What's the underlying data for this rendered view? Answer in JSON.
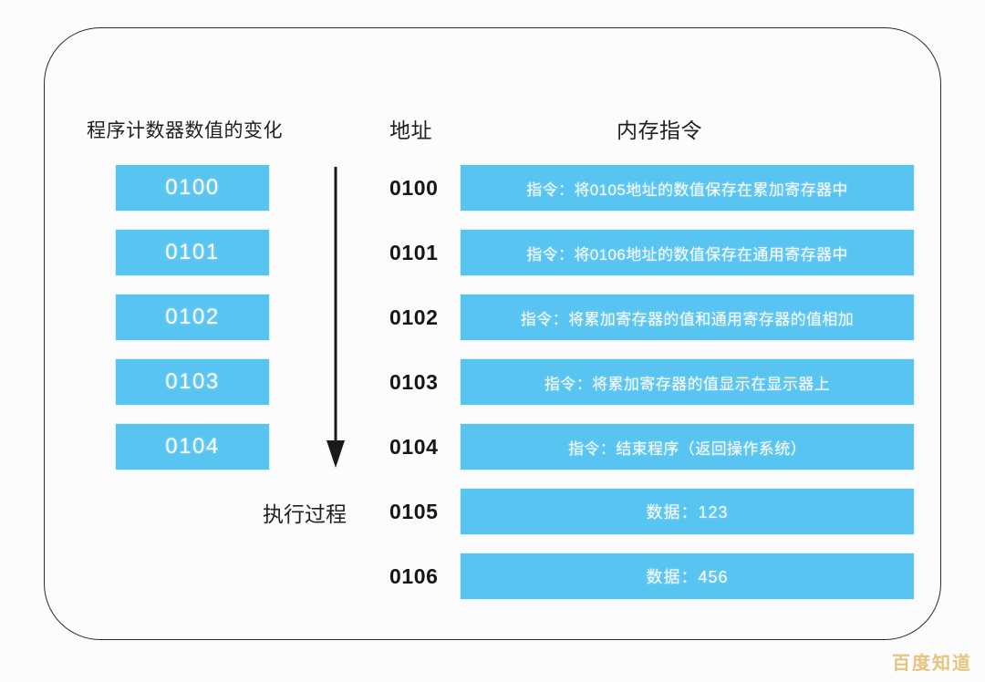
{
  "headers": {
    "program_counter": "程序计数器数值的变化",
    "address": "地址",
    "memory_instruction": "内存指令"
  },
  "execution": {
    "label": "执行过程",
    "arrow_icon": "down-arrow-icon",
    "direction": "down"
  },
  "program_counter_values": [
    {
      "value": "0100"
    },
    {
      "value": "0101"
    },
    {
      "value": "0102"
    },
    {
      "value": "0103"
    },
    {
      "value": "0104"
    }
  ],
  "memory_rows": [
    {
      "address": "0100",
      "content": "指令：将0105地址的数值保存在累加寄存器中",
      "kind": "instruction"
    },
    {
      "address": "0101",
      "content": "指令：将0106地址的数值保存在通用寄存器中",
      "kind": "instruction"
    },
    {
      "address": "0102",
      "content": "指令：将累加寄存器的值和通用寄存器的值相加",
      "kind": "instruction"
    },
    {
      "address": "0103",
      "content": "指令：将累加寄存器的值显示在显示器上",
      "kind": "instruction"
    },
    {
      "address": "0104",
      "content": "指令：结束程序（返回操作系统）",
      "kind": "instruction"
    },
    {
      "address": "0105",
      "content": "数据：123",
      "kind": "data"
    },
    {
      "address": "0106",
      "content": "数据：456",
      "kind": "data"
    }
  ],
  "watermark": {
    "text": "百度知道"
  },
  "colors": {
    "bar_blue": "#57c4f2",
    "bar_text": "#ffffff",
    "frame_border": "#2b2b2b",
    "background": "#fcfcfc",
    "watermark": "#e4c27a"
  }
}
